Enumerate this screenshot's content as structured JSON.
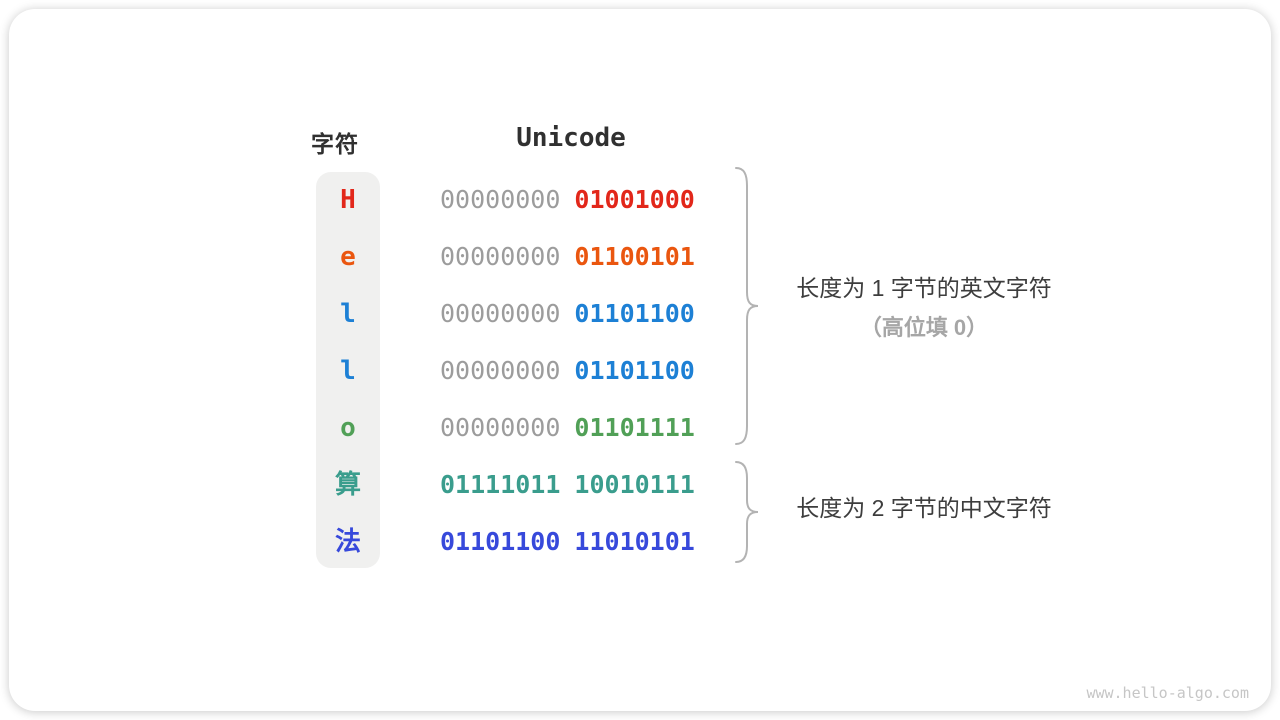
{
  "header": {
    "char_column": "字符",
    "unicode_column": "Unicode"
  },
  "rows": [
    {
      "char": "H",
      "char_color": "#e2271a",
      "byte1": "00000000",
      "byte2": "01001000",
      "byte1_color": "#9c9c9c",
      "byte2_color": "#e2271a",
      "byte1_weight": "400"
    },
    {
      "char": "e",
      "char_color": "#ea560f",
      "byte1": "00000000",
      "byte2": "01100101",
      "byte1_color": "#9c9c9c",
      "byte2_color": "#ea560f",
      "byte1_weight": "400"
    },
    {
      "char": "l",
      "char_color": "#1d80d5",
      "byte1": "00000000",
      "byte2": "01101100",
      "byte1_color": "#9c9c9c",
      "byte2_color": "#1d80d5",
      "byte1_weight": "400"
    },
    {
      "char": "l",
      "char_color": "#1d80d5",
      "byte1": "00000000",
      "byte2": "01101100",
      "byte1_color": "#9c9c9c",
      "byte2_color": "#1d80d5",
      "byte1_weight": "400"
    },
    {
      "char": "o",
      "char_color": "#51a057",
      "byte1": "00000000",
      "byte2": "01101111",
      "byte1_color": "#9c9c9c",
      "byte2_color": "#51a057",
      "byte1_weight": "400"
    },
    {
      "char": "算",
      "char_color": "#3a9d8d",
      "byte1": "01111011",
      "byte2": "10010111",
      "byte1_color": "#3a9d8d",
      "byte2_color": "#3a9d8d",
      "byte1_weight": "700"
    },
    {
      "char": "法",
      "char_color": "#3749db",
      "byte1": "01101100",
      "byte2": "11010101",
      "byte1_color": "#3749db",
      "byte2_color": "#3749db",
      "byte1_weight": "700"
    }
  ],
  "annotations": {
    "english_group_line1": "长度为 1 字节的英文字符",
    "english_group_line2": "（高位填 0）",
    "chinese_group": "长度为 2 字节的中文字符"
  },
  "watermark": "www.hello-algo.com"
}
